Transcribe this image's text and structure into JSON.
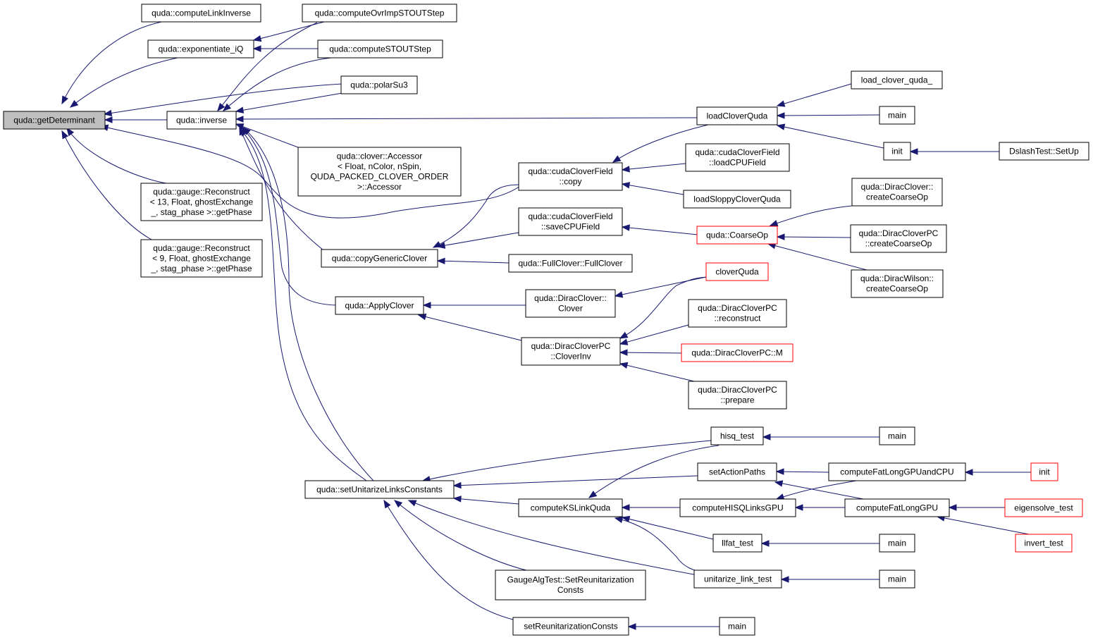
{
  "graph": {
    "colors": {
      "edge": "#191970",
      "root_fill": "#bfbfbf",
      "border": "#000000",
      "truncated_border": "#ff0000"
    },
    "nodes": [
      {
        "id": "getDeterminant",
        "lines": [
          "quda::getDeterminant"
        ],
        "style": "root"
      },
      {
        "id": "computeLinkInverse",
        "lines": [
          "quda::computeLinkInverse"
        ]
      },
      {
        "id": "exponentiate_iQ",
        "lines": [
          "quda::exponentiate_iQ"
        ]
      },
      {
        "id": "computeOvrImpSTOUTStep",
        "lines": [
          "quda::computeOvrImpSTOUTStep"
        ]
      },
      {
        "id": "computeSTOUTStep",
        "lines": [
          "quda::computeSTOUTStep"
        ]
      },
      {
        "id": "polarSu3",
        "lines": [
          "quda::polarSu3"
        ]
      },
      {
        "id": "inverse",
        "lines": [
          "quda::inverse"
        ]
      },
      {
        "id": "loadCloverQuda",
        "lines": [
          "loadCloverQuda"
        ]
      },
      {
        "id": "load_clover_quda_",
        "lines": [
          "load_clover_quda_"
        ]
      },
      {
        "id": "main1",
        "lines": [
          "main"
        ]
      },
      {
        "id": "init1",
        "lines": [
          "init"
        ]
      },
      {
        "id": "DslashTestSetUp",
        "lines": [
          "DslashTest::SetUp"
        ]
      },
      {
        "id": "accessor",
        "lines": [
          "quda::clover::Accessor",
          "< Float, nColor, nSpin,",
          "QUDA_PACKED_CLOVER_ORDER",
          ">::Accessor"
        ]
      },
      {
        "id": "reconstruct13",
        "lines": [
          "quda::gauge::Reconstruct",
          "< 13, Float, ghostExchange",
          "_, stag_phase >::getPhase"
        ]
      },
      {
        "id": "reconstruct9",
        "lines": [
          "quda::gauge::Reconstruct",
          "< 9, Float, ghostExchange",
          "_, stag_phase >::getPhase"
        ]
      },
      {
        "id": "cudaCloverCopy",
        "lines": [
          "quda::cudaCloverField",
          "::copy"
        ]
      },
      {
        "id": "loadCPUField",
        "lines": [
          "quda::cudaCloverField",
          "::loadCPUField"
        ]
      },
      {
        "id": "loadSloppyCloverQuda",
        "lines": [
          "loadSloppyCloverQuda"
        ]
      },
      {
        "id": "saveCPUField",
        "lines": [
          "quda::cudaCloverField",
          "::saveCPUField"
        ]
      },
      {
        "id": "CoarseOp",
        "lines": [
          "quda::CoarseOp"
        ],
        "style": "red"
      },
      {
        "id": "DiracCloverCreateCoarseOp",
        "lines": [
          "quda::DiracClover::",
          "createCoarseOp"
        ]
      },
      {
        "id": "DiracCloverPCCreateCoarseOp",
        "lines": [
          "quda::DiracCloverPC",
          "::createCoarseOp"
        ]
      },
      {
        "id": "DiracWilsonCreateCoarseOp",
        "lines": [
          "quda::DiracWilson::",
          "createCoarseOp"
        ]
      },
      {
        "id": "copyGenericClover",
        "lines": [
          "quda::copyGenericClover"
        ]
      },
      {
        "id": "FullClover",
        "lines": [
          "quda::FullClover::FullClover"
        ]
      },
      {
        "id": "ApplyClover",
        "lines": [
          "quda::ApplyClover"
        ]
      },
      {
        "id": "DiracCloverClover",
        "lines": [
          "quda::DiracClover::",
          "Clover"
        ]
      },
      {
        "id": "cloverQuda",
        "lines": [
          "cloverQuda"
        ],
        "style": "red"
      },
      {
        "id": "CloverInv",
        "lines": [
          "quda::DiracCloverPC",
          "::CloverInv"
        ]
      },
      {
        "id": "DiracCloverPCReconstruct",
        "lines": [
          "quda::DiracCloverPC",
          "::reconstruct"
        ]
      },
      {
        "id": "DiracCloverPCM",
        "lines": [
          "quda::DiracCloverPC::M"
        ],
        "style": "red"
      },
      {
        "id": "DiracCloverPCPrepare",
        "lines": [
          "quda::DiracCloverPC",
          "::prepare"
        ]
      },
      {
        "id": "hisq_test",
        "lines": [
          "hisq_test"
        ]
      },
      {
        "id": "main2",
        "lines": [
          "main"
        ]
      },
      {
        "id": "setUnitarizeLinksConstants",
        "lines": [
          "quda::setUnitarizeLinksConstants"
        ]
      },
      {
        "id": "setActionPaths",
        "lines": [
          "setActionPaths"
        ]
      },
      {
        "id": "computeFatLongGPUandCPU",
        "lines": [
          "computeFatLongGPUandCPU"
        ]
      },
      {
        "id": "init2",
        "lines": [
          "init"
        ],
        "style": "red"
      },
      {
        "id": "computeKSLinkQuda",
        "lines": [
          "computeKSLinkQuda"
        ]
      },
      {
        "id": "computeHISQLinksGPU",
        "lines": [
          "computeHISQLinksGPU"
        ]
      },
      {
        "id": "computeFatLongGPU",
        "lines": [
          "computeFatLongGPU"
        ]
      },
      {
        "id": "eigensolve_test",
        "lines": [
          "eigensolve_test"
        ],
        "style": "red"
      },
      {
        "id": "llfat_test",
        "lines": [
          "llfat_test"
        ]
      },
      {
        "id": "main3",
        "lines": [
          "main"
        ]
      },
      {
        "id": "invert_test",
        "lines": [
          "invert_test"
        ],
        "style": "red"
      },
      {
        "id": "GaugeAlgTest",
        "lines": [
          "GaugeAlgTest::SetReunitarization",
          "Consts"
        ]
      },
      {
        "id": "unitarize_link_test",
        "lines": [
          "unitarize_link_test"
        ]
      },
      {
        "id": "main4",
        "lines": [
          "main"
        ]
      },
      {
        "id": "setReunitarizationConsts",
        "lines": [
          "setReunitarizationConsts"
        ]
      },
      {
        "id": "main5",
        "lines": [
          "main"
        ]
      }
    ]
  }
}
